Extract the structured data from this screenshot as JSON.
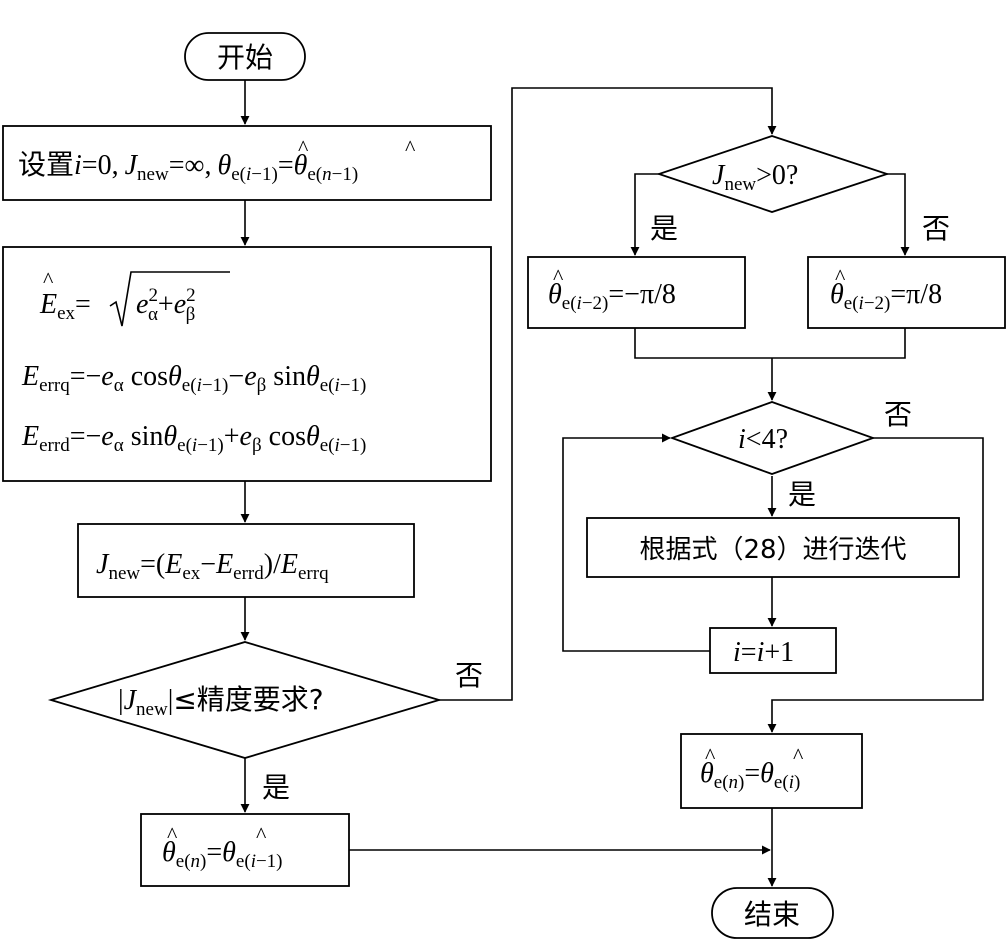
{
  "nodes": {
    "start": {
      "label": "开始"
    },
    "init": {
      "prefix": "设置",
      "i_var": "i",
      "eq_zero": "=0,",
      "J": "J",
      "new_sub": "new",
      "eq_inf": "=∞,",
      "theta1": "θ",
      "hat1": "^",
      "sub1_e": "e(",
      "sub1_i": "i",
      "sub1_rest": "−1)",
      "eq": "=",
      "theta2": "θ",
      "hat2": "^",
      "sub2_e": "e(",
      "sub2_n": "n",
      "sub2_rest": "−1)"
    },
    "calc": {
      "l1_E": "E",
      "l1_hat": "^",
      "l1_sub": "ex",
      "l1_eq": "=",
      "l1_radicand_e1": "e",
      "l1_sup1": "2",
      "l1_sub1": "α",
      "l1_plus": "+",
      "l1_radicand_e2": "e",
      "l1_sup2": "2",
      "l1_sub2": "β",
      "l2_E": "E",
      "l2_sub": "errq",
      "l2_rhs_a": "=−",
      "l2_e1": "e",
      "l2_alpha": "α",
      "l2_cos": " cos",
      "l2_theta": "θ",
      "l2_tsub": "e(",
      "l2_tsub_i": "i",
      "l2_tsub_rest": "−1)",
      "l2_minus": "−",
      "l2_e2": "e",
      "l2_beta": "β",
      "l2_sin": " sin",
      "l2_theta2": "θ",
      "l3_E": "E",
      "l3_sub": "errd",
      "l3_rhs_a": "=−",
      "l3_sin": " sin",
      "l3_plus": "+",
      "l3_cos": " cos"
    },
    "jnew": {
      "J": "J",
      "sub": "new",
      "eq": "=(",
      "E1": "E",
      "sub_ex": "ex",
      "minus": "−",
      "E2": "E",
      "sub_errd": "errd",
      "div": ")/",
      "E3": "E",
      "sub_errq": "errq"
    },
    "precision": {
      "bar1": "|",
      "J": "J",
      "sub": "new",
      "bar2": "|",
      "rest": "≤精度要求?"
    },
    "theta_n_left": {
      "theta": "θ",
      "sub_a": "e(",
      "sub_n": "n",
      "sub_b": ")",
      "eq": "=",
      "theta2": "θ",
      "sub2_a": "e(",
      "sub2_i": "i",
      "sub2_b": "−1)"
    },
    "jnew_gt0": {
      "J": "J",
      "sub": "new",
      "rest": ">0?"
    },
    "theta_minus": {
      "theta": "θ",
      "sub_a": "e(",
      "sub_i": "i",
      "sub_b": "−2)",
      "rhs": "=−π/8"
    },
    "theta_plus": {
      "theta": "θ",
      "sub_a": "e(",
      "sub_i": "i",
      "sub_b": "−2)",
      "rhs": "=π/8"
    },
    "i_lt4": {
      "i": "i",
      "rest": "<4?"
    },
    "iterate": {
      "label": "根据式（28）进行迭代"
    },
    "increment": {
      "i": "i",
      "eq": "=",
      "i2": "i",
      "rest": "+1"
    },
    "theta_n_right": {
      "theta": "θ",
      "sub_a": "e(",
      "sub_n": "n",
      "sub_b": ")",
      "eq": "=",
      "theta2": "θ",
      "sub2_a": "e(",
      "sub2_i": "i",
      "sub2_b": ")"
    },
    "end": {
      "label": "结束"
    }
  },
  "edge_labels": {
    "yes": "是",
    "no": "否"
  }
}
